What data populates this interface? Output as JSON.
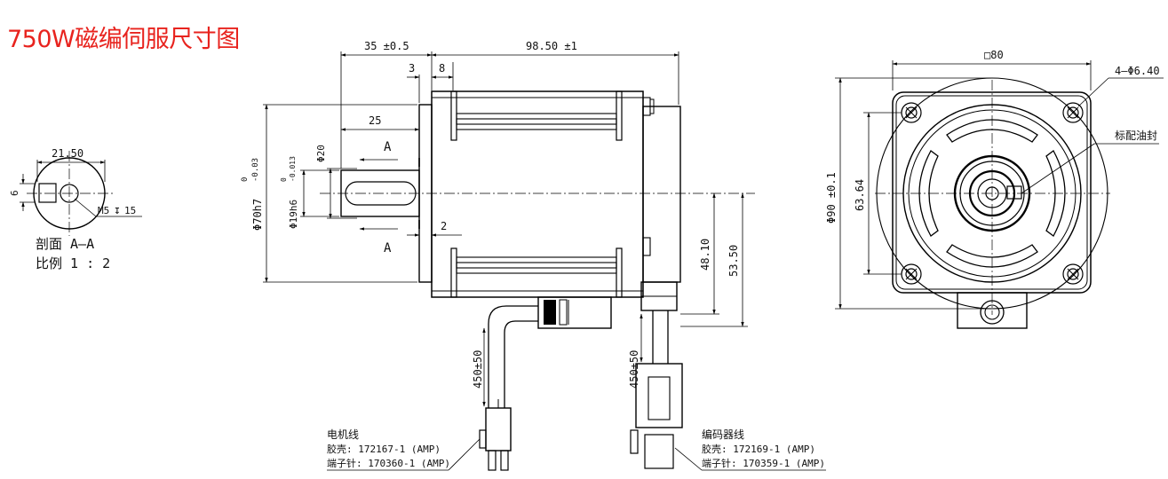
{
  "title": "750W磁编伺服尺寸图",
  "section": {
    "width": "21.50",
    "key": "6",
    "thread": "M5",
    "thread_depth": "15",
    "label1": "剖面 A—A",
    "label2": "比例 1 : 2"
  },
  "side": {
    "d35": "35 ±0.5",
    "d98": "98.50 ±1",
    "d3": "3",
    "d8": "8",
    "d25": "25",
    "d20": "Φ20",
    "d70": "Φ70h7",
    "d70_tol_hi": "0",
    "d70_tol_lo": "-0.03",
    "d19": "Φ19h6",
    "d19_tol_hi": "0",
    "d19_tol_lo": "-0.013",
    "cut": "A",
    "d2": "2",
    "d48": "48.10",
    "d53": "53.50",
    "cable1": "450±50",
    "cable2": "450±50"
  },
  "front": {
    "sq": "□80",
    "holes": "4—Φ6.40",
    "seal": "标配油封",
    "d90": "Φ90 ±0.1",
    "d63": "63.64"
  },
  "power": {
    "name": "电机线",
    "housing": "胶壳: 172167-1 (AMP)",
    "terminal": "端子针: 170360-1 (AMP)"
  },
  "encoder": {
    "name": "编码器线",
    "housing": "胶壳: 172169-1 (AMP)",
    "terminal": "端子针: 170359-1 (AMP)"
  }
}
